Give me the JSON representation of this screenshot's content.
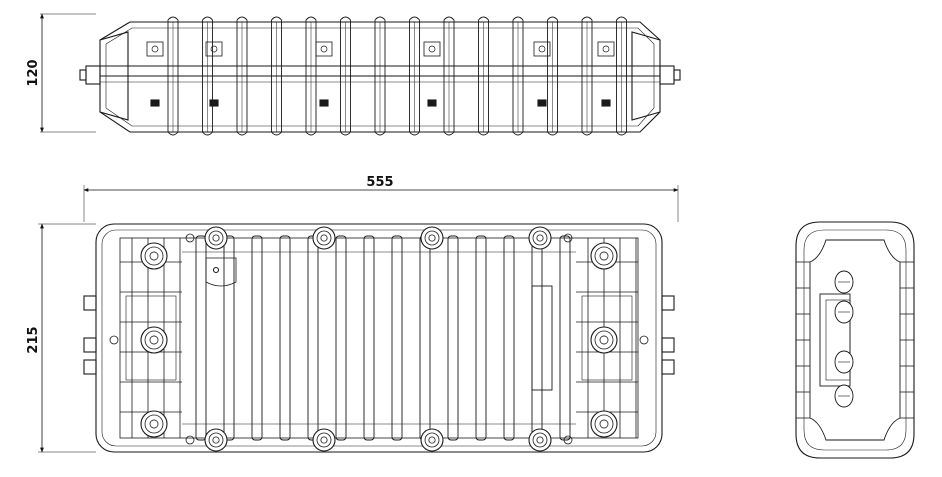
{
  "dimensions": {
    "length": "555",
    "width": "215",
    "height": "120"
  },
  "colors": {
    "line": "#1a1a1a",
    "background": "#ffffff"
  }
}
